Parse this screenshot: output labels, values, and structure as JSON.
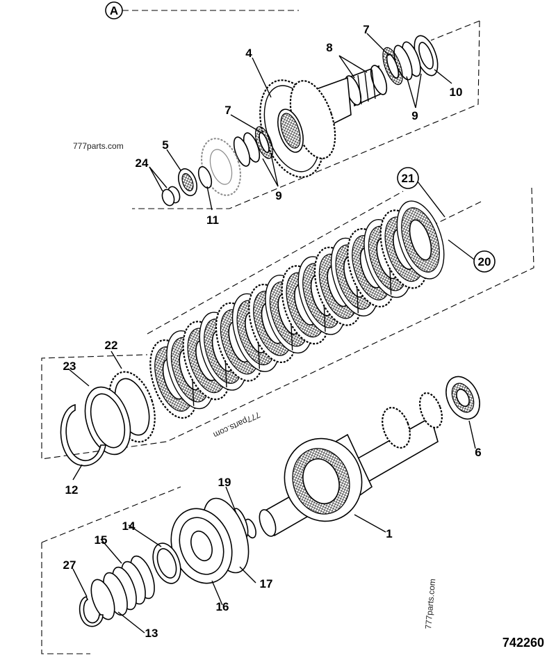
{
  "view_marker": "A",
  "drawing_number": "742260",
  "watermarks": [
    "777parts.com",
    "777parts.com",
    "777parts.com"
  ],
  "callouts": {
    "p1": "1",
    "p4": "4",
    "p5": "5",
    "p6": "6",
    "p7a": "7",
    "p7b": "7",
    "p8": "8",
    "p9a": "9",
    "p9b": "9",
    "p10": "10",
    "p11": "11",
    "p12": "12",
    "p13": "13",
    "p14": "14",
    "p15": "15",
    "p16": "16",
    "p17": "17",
    "p19": "19",
    "p20": "20",
    "p21": "21",
    "p22": "22",
    "p23": "23",
    "p24": "24",
    "p27": "27"
  }
}
